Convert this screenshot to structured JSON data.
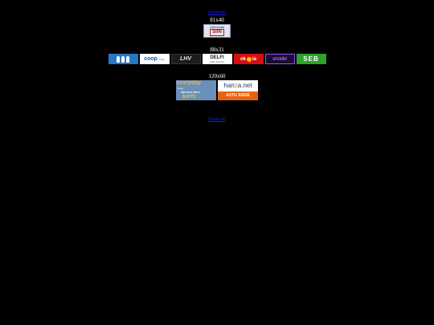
{
  "top_link": "Bännerid",
  "bottom_link": "Bännerid",
  "sections": {
    "s81": {
      "label": "81x40"
    },
    "s88": {
      "label": "88x31"
    },
    "s120": {
      "label": "120x60"
    }
  },
  "banners": {
    "b81": {
      "line1": "LISTU KOHE",
      "line2": "SIIN"
    },
    "coop": {
      "brand": "coop",
      "small": "Pank"
    },
    "lhv": {
      "brand": "LHV"
    },
    "delfi": {
      "brand": "DELFI",
      "sub": "Kaks kümnet"
    },
    "okia": {
      "left": "ok",
      "right": "ia"
    },
    "snoobi": {
      "brand": "snoobi"
    },
    "seb": {
      "brand": "SEB"
    },
    "everyday": {
      "line1": "everyday",
      "line2": "living",
      "line3": "0954 5654 5856 #",
      "line4": "karts"
    },
    "hanza": {
      "name_pre": "han",
      "name_z": "z",
      "name_post": "a.net",
      "cta": "ASTU SISSE"
    }
  },
  "colors": {
    "background": "#000000",
    "link": "#1a1aff",
    "seb": "#2ea12e",
    "hanza_cta": "#e8620e"
  }
}
